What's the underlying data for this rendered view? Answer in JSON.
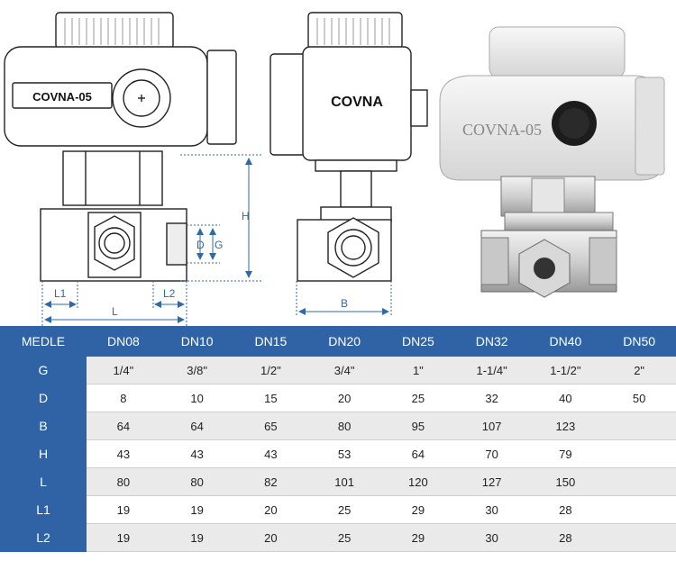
{
  "figure": {
    "front_label": "COVNA-05",
    "side_label": "COVNA",
    "photo_label": "COVNA-05",
    "dims": {
      "H": "H",
      "D": "D",
      "G": "G",
      "L1": "L1",
      "L2": "L2",
      "L": "L",
      "B": "B"
    }
  },
  "table": {
    "headers": [
      "MEDLE",
      "DN08",
      "DN10",
      "DN15",
      "DN20",
      "DN25",
      "DN32",
      "DN40",
      "DN50"
    ],
    "rows": [
      {
        "label": "G",
        "values": [
          "1/4\"",
          "3/8\"",
          "1/2\"",
          "3/4\"",
          "1\"",
          "1-1/4\"",
          "1-1/2\"",
          "2\""
        ]
      },
      {
        "label": "D",
        "values": [
          "8",
          "10",
          "15",
          "20",
          "25",
          "32",
          "40",
          "50"
        ]
      },
      {
        "label": "B",
        "values": [
          "64",
          "64",
          "65",
          "80",
          "95",
          "107",
          "123",
          ""
        ]
      },
      {
        "label": "H",
        "values": [
          "43",
          "43",
          "43",
          "53",
          "64",
          "70",
          "79",
          ""
        ]
      },
      {
        "label": "L",
        "values": [
          "80",
          "80",
          "82",
          "101",
          "120",
          "127",
          "150",
          ""
        ]
      },
      {
        "label": "L1",
        "values": [
          "19",
          "19",
          "20",
          "25",
          "29",
          "30",
          "28",
          ""
        ]
      },
      {
        "label": "L2",
        "values": [
          "19",
          "19",
          "20",
          "25",
          "29",
          "30",
          "28",
          ""
        ]
      }
    ]
  },
  "colors": {
    "header_blue": "#2f63a6",
    "dim_blue": "#2f6aa6"
  }
}
